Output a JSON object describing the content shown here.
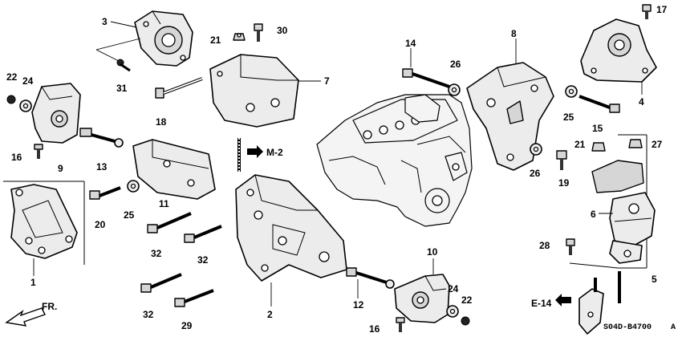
{
  "labels": {
    "p1": "1",
    "p2": "2",
    "p3": "3",
    "p4": "4",
    "p5": "5",
    "p6": "6",
    "p7": "7",
    "p8": "8",
    "p9": "9",
    "p10": "10",
    "p11": "11",
    "p12": "12",
    "p13": "13",
    "p14": "14",
    "p15": "15",
    "p16a": "16",
    "p16b": "16",
    "p17": "17",
    "p18": "18",
    "p19": "19",
    "p20": "20",
    "p21a": "21",
    "p21b": "21",
    "p22a": "22",
    "p22b": "22",
    "p24a": "24",
    "p24b": "24",
    "p25a": "25",
    "p25b": "25",
    "p26a": "26",
    "p26b": "26",
    "p27": "27",
    "p28": "28",
    "p29": "29",
    "p30": "30",
    "p31": "31",
    "p32a": "32",
    "p32b": "32",
    "p32c": "32"
  },
  "refs": {
    "m2": "M-2",
    "e14": "E-14"
  },
  "direction": "FR.",
  "diagram_code": "S04D-B4700",
  "diagram_suffix": "A"
}
